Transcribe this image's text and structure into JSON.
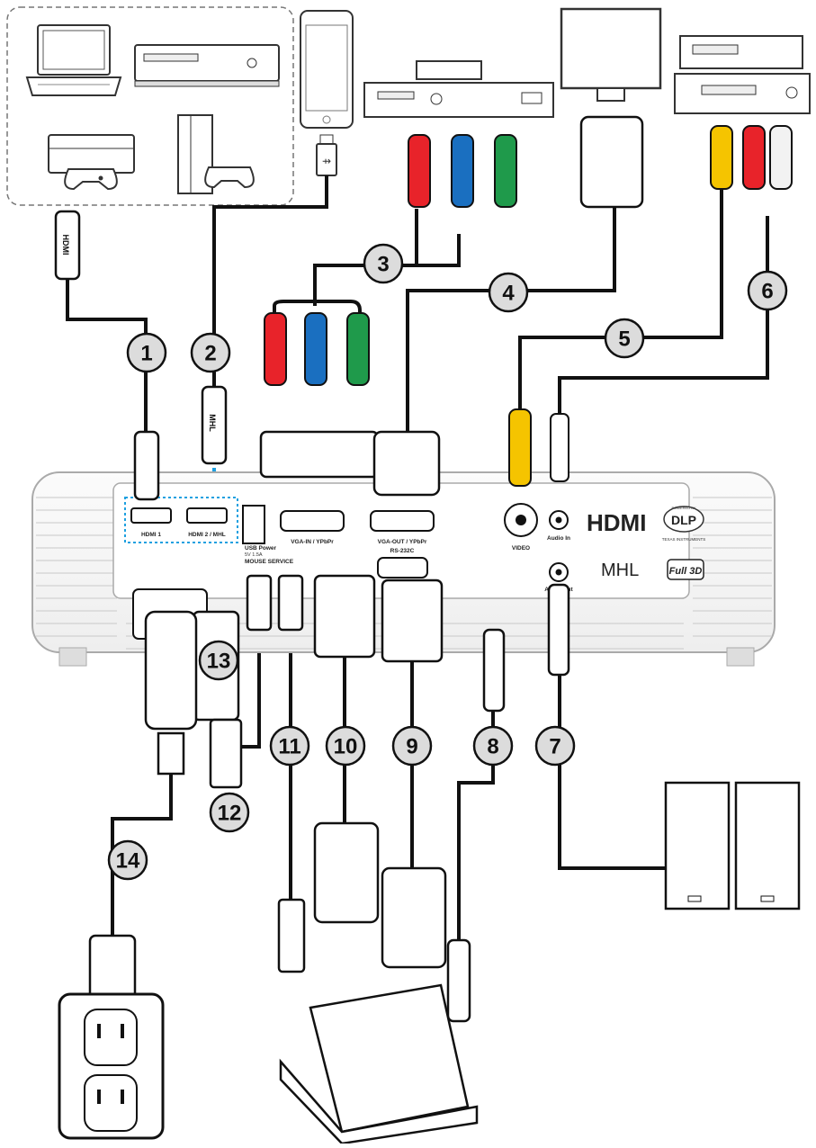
{
  "ports": {
    "hdmi1": "HDMI 1",
    "hdmi2": "HDMI 2 / MHL",
    "usb_power": "USB Power",
    "usb_power_sub": "5V 1.5A",
    "mouse_service": "MOUSE SERVICE",
    "vga_in": "VGA-IN / YPbPr",
    "vga_out": "VGA-OUT / YPbPr",
    "rs232c": "RS-232C",
    "video": "VIDEO",
    "audio_in": "Audio In",
    "audio_out": "Audio Out"
  },
  "logos": {
    "hdmi": "HDMI",
    "dlp": "DLP",
    "dlp_top": "POWERED BY",
    "dlp_sub": "TEXAS INSTRUMENTS",
    "mhl": "MHL",
    "full3d": "Full 3D"
  },
  "connectors": {
    "hdmi_plug": "HDMI",
    "mhl_plug": "MHL"
  },
  "callouts": [
    "1",
    "2",
    "3",
    "4",
    "5",
    "6",
    "7",
    "8",
    "9",
    "10",
    "11",
    "12",
    "13",
    "14"
  ],
  "colors": {
    "blue_link": "#1ea0e0",
    "red": "#e8232a",
    "blue": "#1a6fc0",
    "green": "#1f9a4b",
    "yellow": "#f5c400",
    "white_plug": "#f2f2f2",
    "outline": "#222222",
    "circle_fill": "#dcdcdc"
  }
}
